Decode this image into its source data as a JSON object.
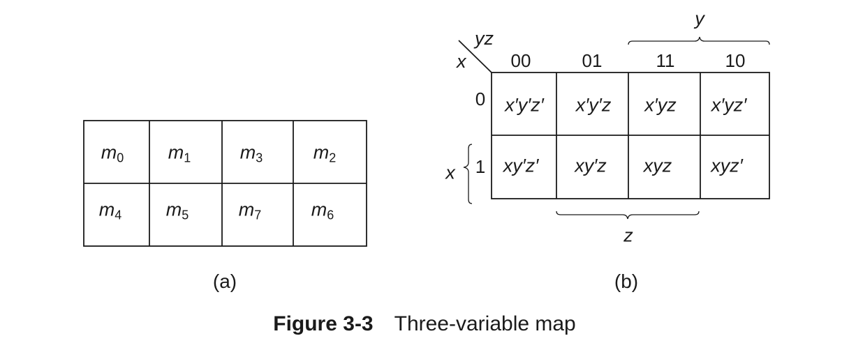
{
  "map_a": {
    "caption": "(a)",
    "rows": [
      [
        {
          "base": "m",
          "sub": "0"
        },
        {
          "base": "m",
          "sub": "1"
        },
        {
          "base": "m",
          "sub": "3"
        },
        {
          "base": "m",
          "sub": "2"
        }
      ],
      [
        {
          "base": "m",
          "sub": "4"
        },
        {
          "base": "m",
          "sub": "5"
        },
        {
          "base": "m",
          "sub": "7"
        },
        {
          "base": "m",
          "sub": "6"
        }
      ]
    ]
  },
  "map_b": {
    "caption": "(b)",
    "corner_col_var": "yz",
    "corner_row_var": "x",
    "col_headers": [
      "00",
      "01",
      "11",
      "10"
    ],
    "row_headers": [
      "0",
      "1"
    ],
    "y_brace_label": "y",
    "z_brace_label": "z",
    "x_brace_label": "x",
    "rows": [
      [
        "x′y′z′",
        "x′y′z",
        "x′yz",
        "x′yz′"
      ],
      [
        "xy′z′",
        "xy′z",
        "xyz",
        "xyz′"
      ]
    ]
  },
  "figure": {
    "number": "Figure 3-3",
    "title": "Three-variable map"
  }
}
